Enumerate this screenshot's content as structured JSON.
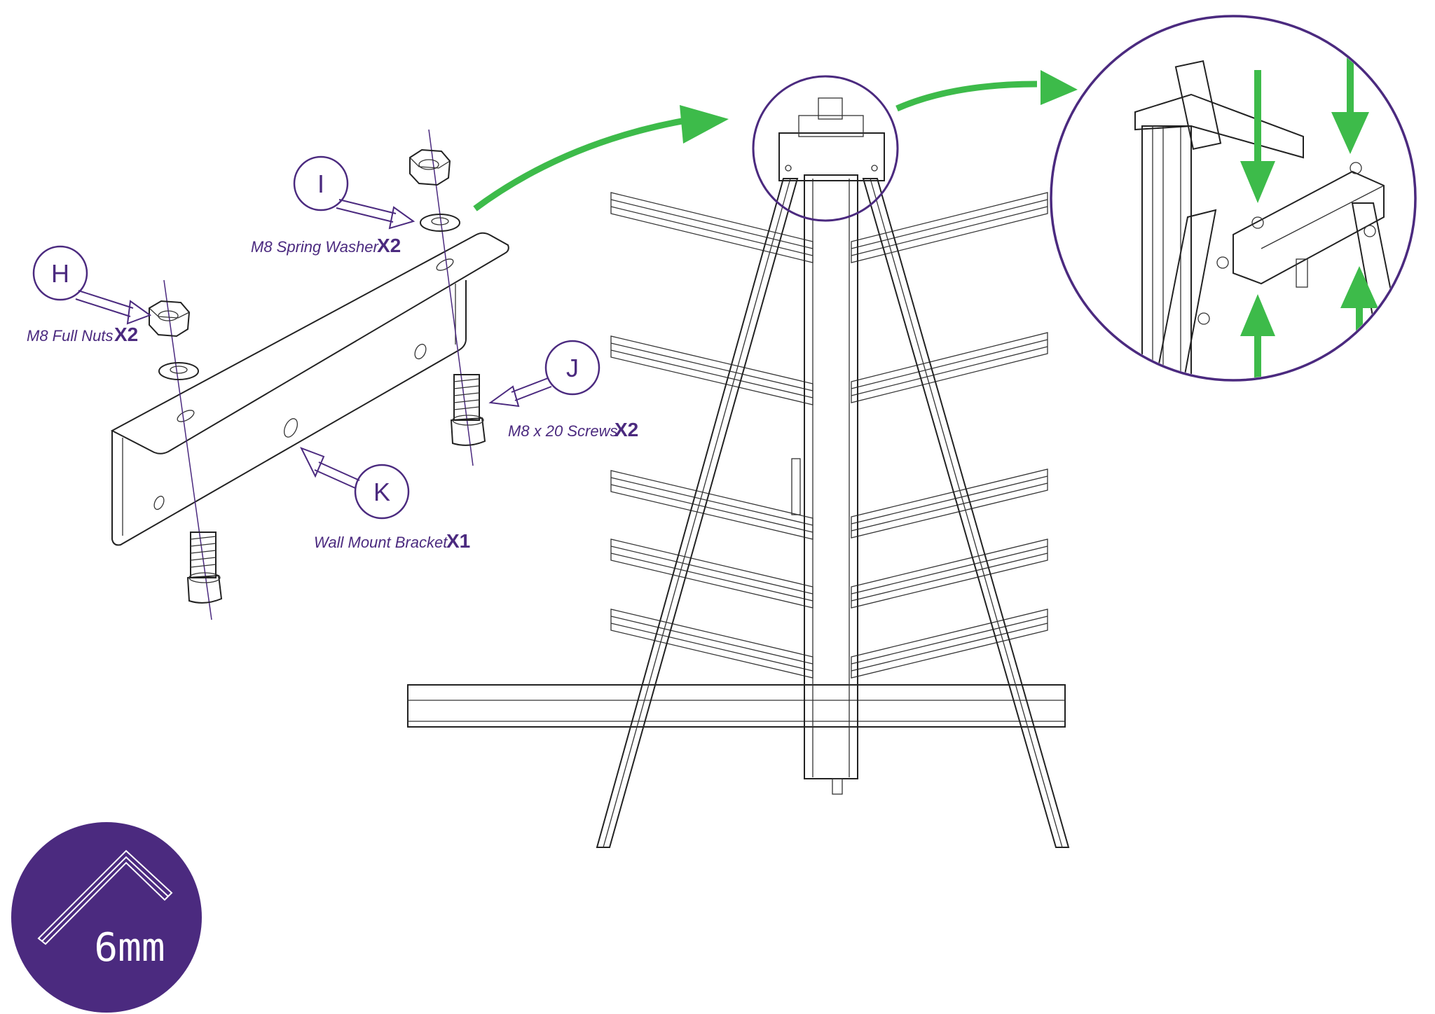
{
  "parts": [
    {
      "letter": "H",
      "name": "M8 Full Nuts",
      "qty": "X2"
    },
    {
      "letter": "I",
      "name": "M8 Spring Washer",
      "qty": "X2"
    },
    {
      "letter": "J",
      "name": "M8 x 20 Screws",
      "qty": "X2"
    },
    {
      "letter": "K",
      "name": "Wall Mount Bracket",
      "qty": "X1"
    }
  ],
  "tool": {
    "label": "6mm",
    "icon": "hex-key-icon"
  },
  "colors": {
    "accent": "#4b2a7f",
    "arrow": "#3dbb4a",
    "tool_bg": "#4b2a7f",
    "line": "#222222"
  }
}
